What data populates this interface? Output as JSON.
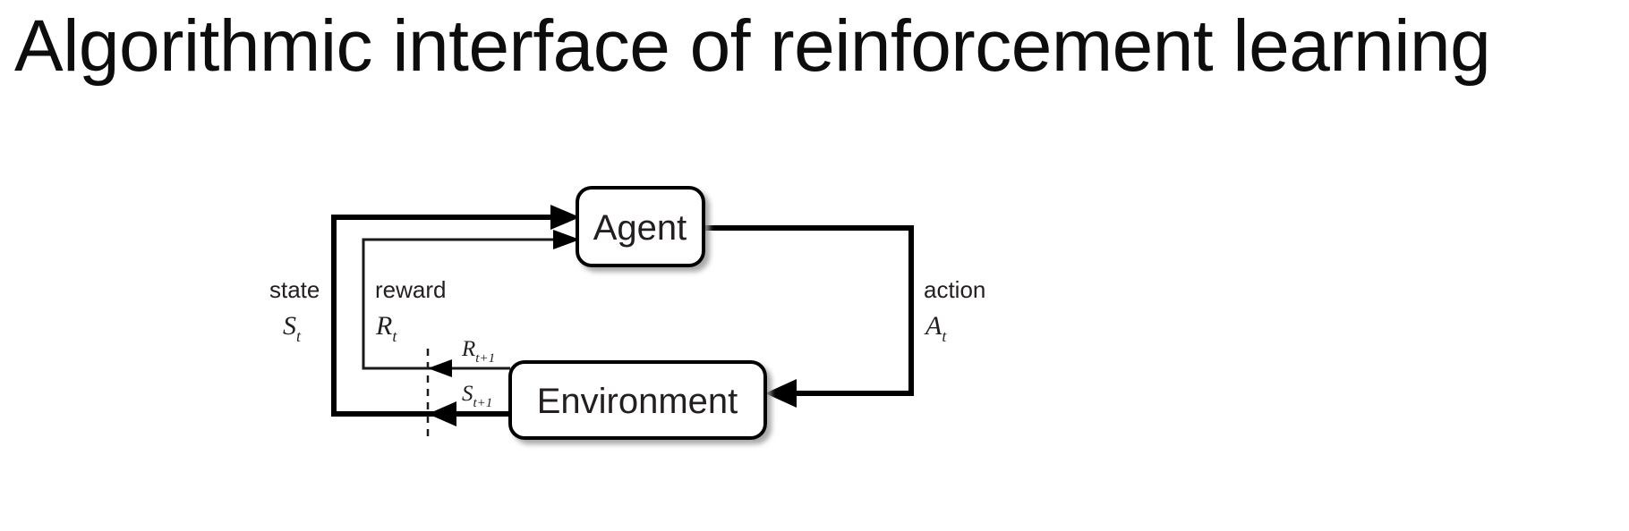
{
  "slide": {
    "title": "Algorithmic interface of reinforcement learning",
    "background_color": "#ffffff",
    "ink_color": "#000000"
  },
  "diagram": {
    "name": "agent-environment-interaction-loop",
    "nodes": [
      {
        "id": "agent",
        "label": "Agent"
      },
      {
        "id": "environment",
        "label": "Environment"
      }
    ],
    "edges": [
      {
        "id": "state-edge",
        "label": "state",
        "symbol": "S",
        "subscript": "t",
        "from": "environment",
        "to": "agent",
        "weight": "thick"
      },
      {
        "id": "reward-edge",
        "label": "reward",
        "symbol": "R",
        "subscript": "t",
        "from": "environment",
        "to": "agent",
        "weight": "thin"
      },
      {
        "id": "action-edge",
        "label": "action",
        "symbol": "A",
        "subscript": "t",
        "from": "agent",
        "to": "environment",
        "weight": "thick"
      }
    ],
    "emitted_signals": [
      {
        "id": "reward-next",
        "symbol": "R",
        "subscript": "t+1"
      },
      {
        "id": "state-next",
        "symbol": "S",
        "subscript": "t+1"
      }
    ],
    "time_boundary": {
      "id": "timestep-boundary",
      "style": "dashed-vertical-line"
    }
  }
}
